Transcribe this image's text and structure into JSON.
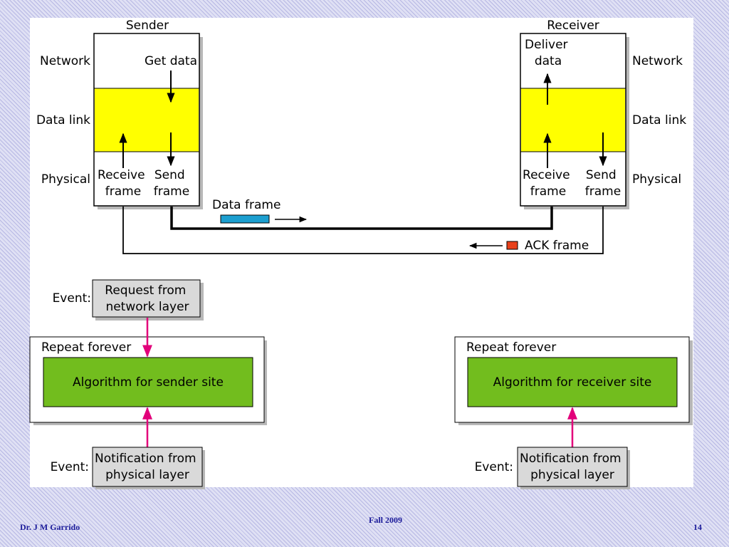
{
  "diagram": {
    "sender_title": "Sender",
    "receiver_title": "Receiver",
    "layers": {
      "network": "Network",
      "data_link": "Data link",
      "physical": "Physical"
    },
    "sender": {
      "get_data": "Get data",
      "receive_frame": "Receive frame",
      "send_frame": "Send frame"
    },
    "receiver": {
      "deliver_data": "Deliver data",
      "receive_frame": "Receive frame",
      "send_frame": "Send frame"
    },
    "data_frame": "Data frame",
    "ack_frame": "ACK frame",
    "event_label": "Event:",
    "sender_event_top": "Request from network layer",
    "sender_event_bottom": "Notification from physical layer",
    "receiver_event_bottom": "Notification from physical layer",
    "repeat_forever": "Repeat forever",
    "sender_algorithm": "Algorithm for sender site",
    "receiver_algorithm": "Algorithm for receiver site"
  },
  "footer": {
    "author": "Dr. J M Garrido",
    "term": "Fall 2009",
    "page": "14"
  },
  "colors": {
    "data_link_fill": "#ffff00",
    "algorithm_fill": "#72bd1e",
    "event_box_fill": "#d9d9d9",
    "event_arrow": "#e2007a",
    "data_frame_fill": "#1c9fd0",
    "ack_frame_fill": "#e8401a",
    "footer_text": "#1c1c9a"
  }
}
